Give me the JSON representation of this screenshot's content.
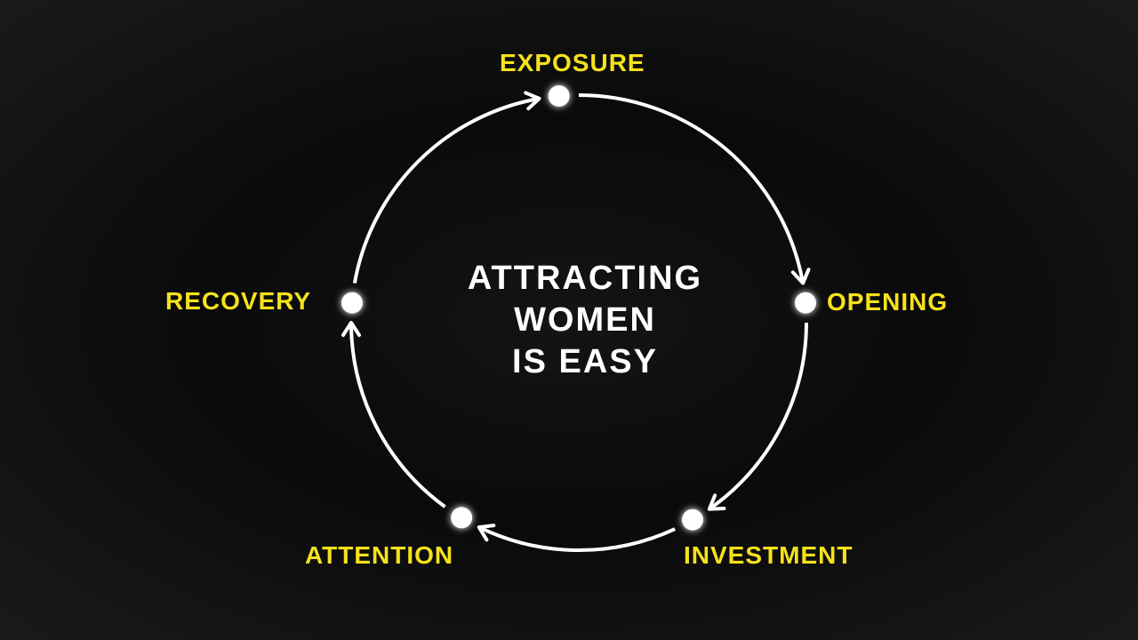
{
  "title_lines": [
    "ATTRACTING",
    "WOMEN",
    "IS EASY"
  ],
  "colors": {
    "label": "#f5e21b",
    "title": "#ffffff",
    "circle": "#ffffff",
    "background": "#0d0d0d"
  },
  "stages": [
    {
      "id": "exposure",
      "label": "EXPOSURE"
    },
    {
      "id": "opening",
      "label": "OPENING"
    },
    {
      "id": "investment",
      "label": "INVESTMENT"
    },
    {
      "id": "attention",
      "label": "ATTENTION"
    },
    {
      "id": "recovery",
      "label": "RECOVERY"
    }
  ]
}
